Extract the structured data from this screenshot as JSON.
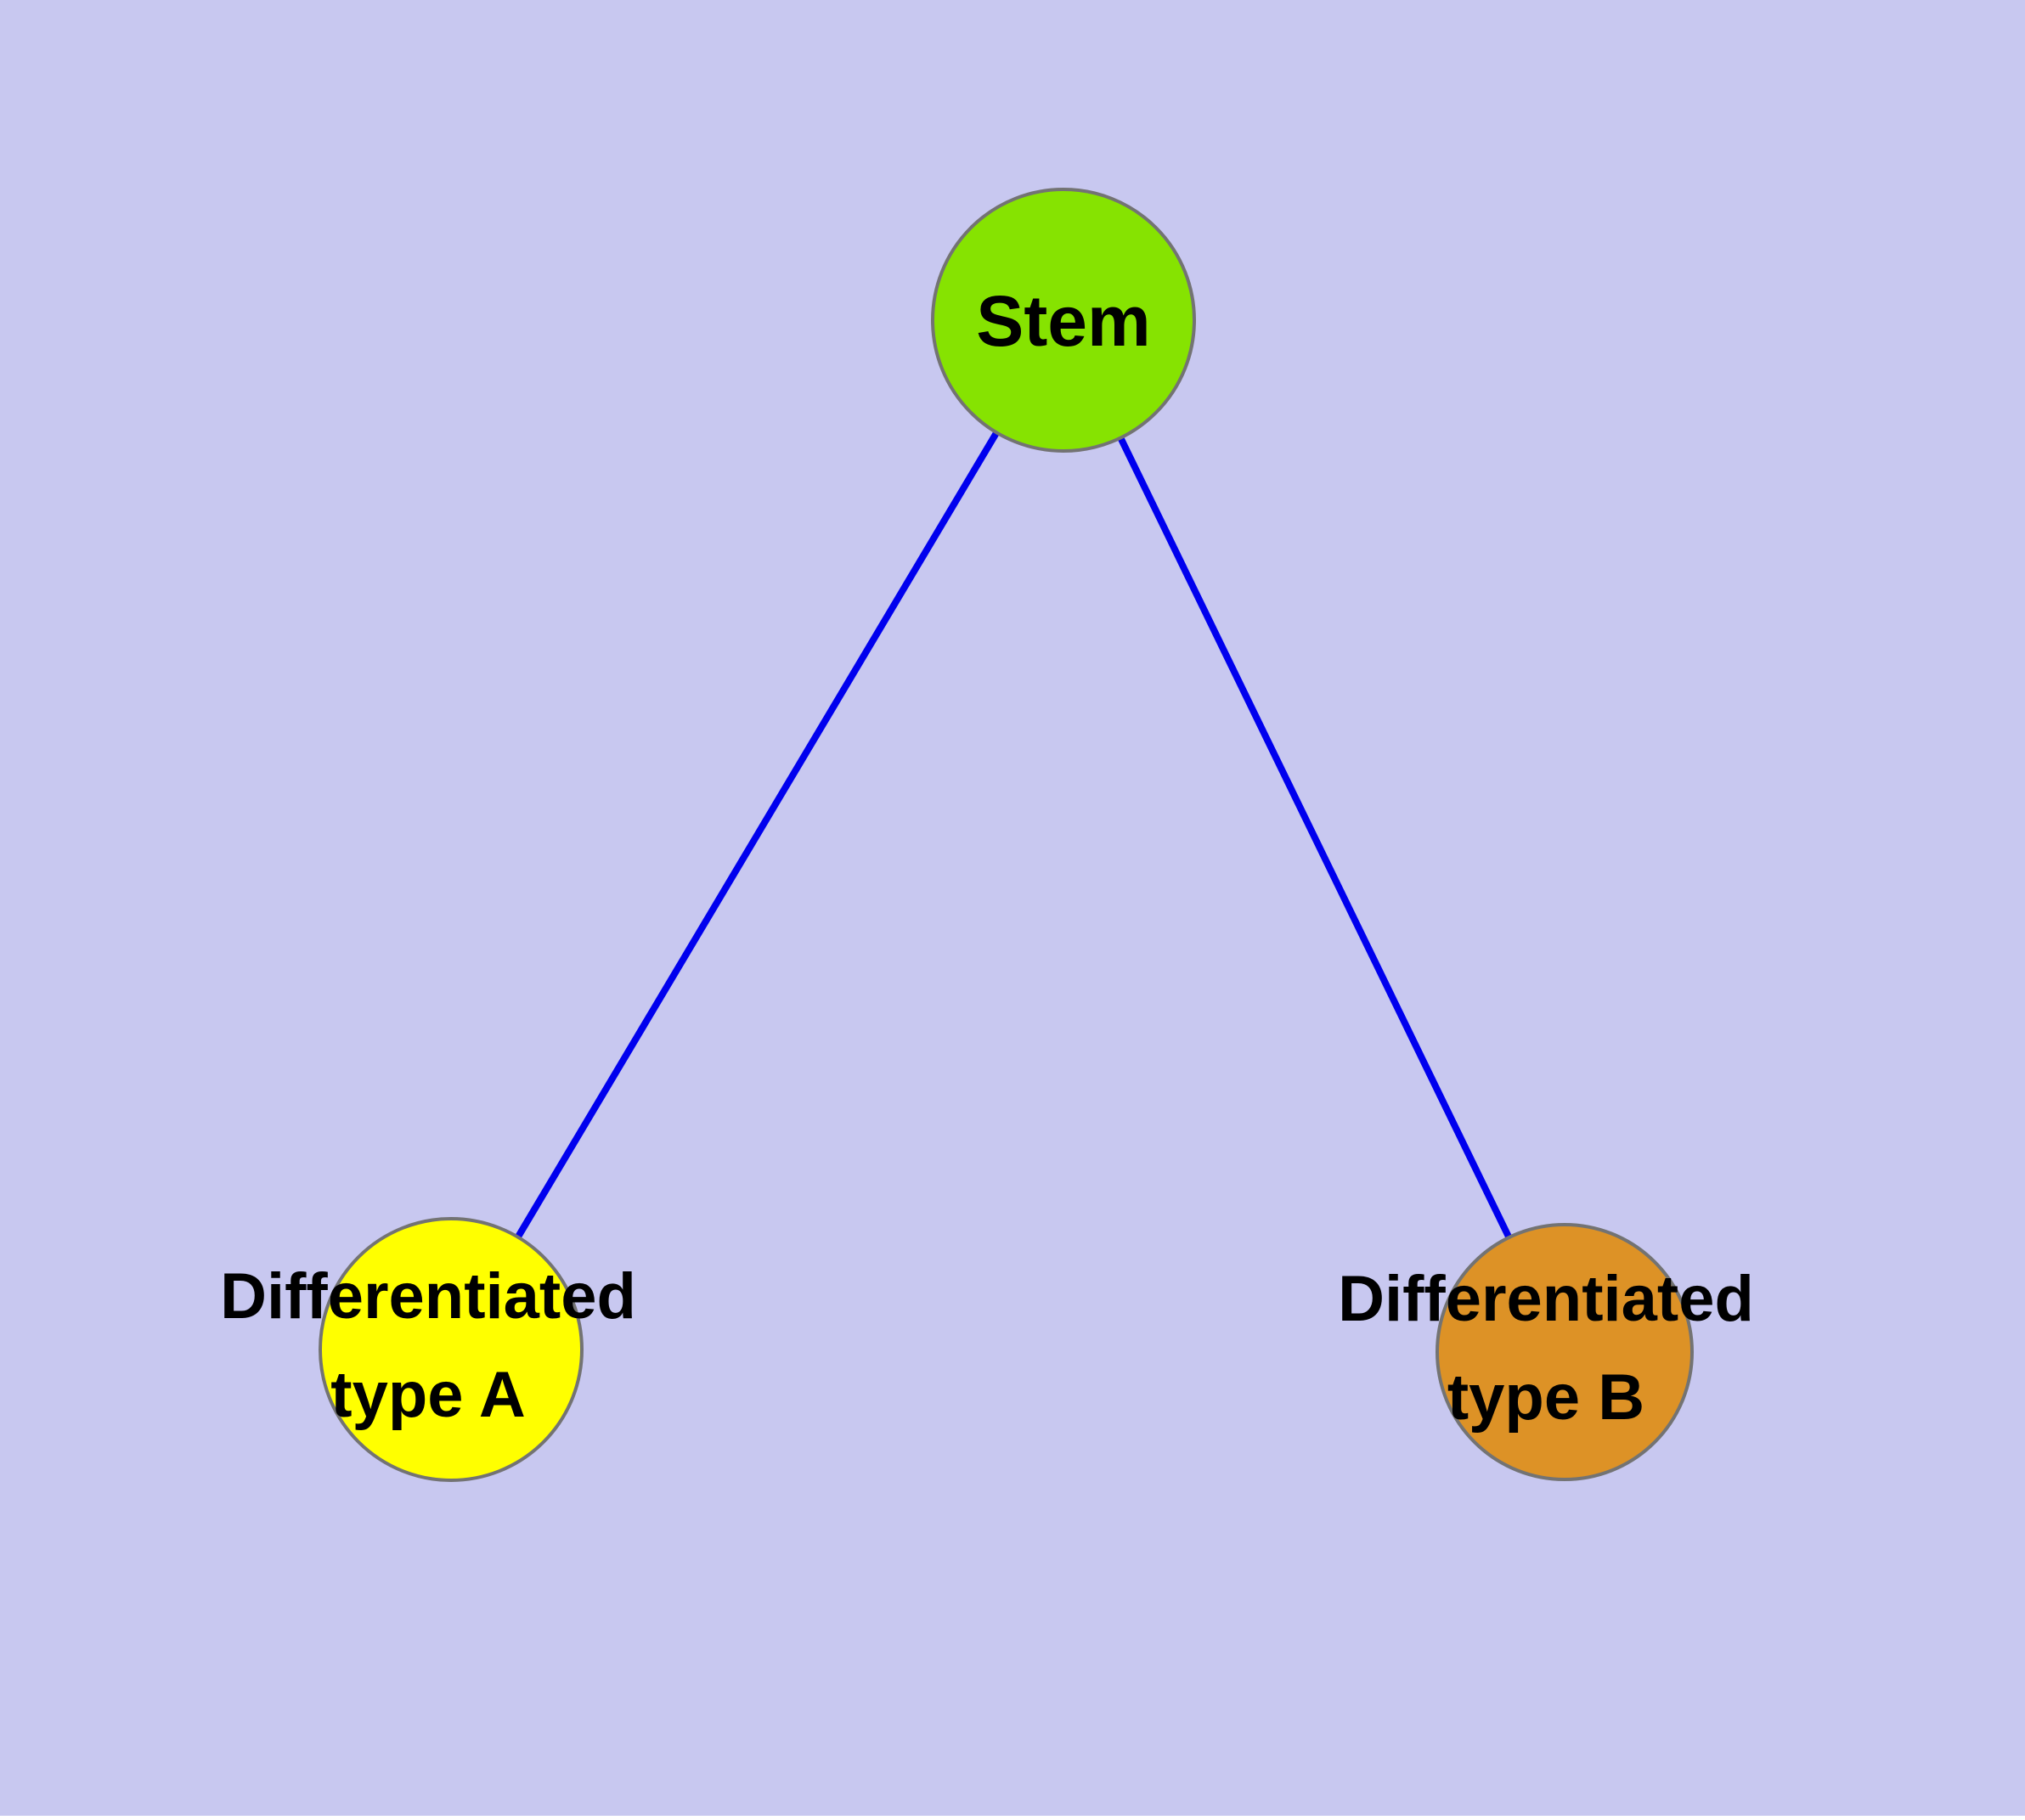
{
  "diagram": {
    "title": "",
    "background_color": "#c8c8f0",
    "edge_color": "#0000ee",
    "node_border_color": "#737373",
    "label_color": "#000000",
    "nodes": [
      {
        "id": "stem",
        "label": "Stem",
        "color": "#86e301"
      },
      {
        "id": "differentiated-type-a",
        "label_line1": "Differentiated",
        "label_line2": "type A",
        "color": "#ffff00"
      },
      {
        "id": "differentiated-type-b",
        "label_line1": "Differentiated",
        "label_line2": "type B",
        "color": "#dd9226"
      }
    ],
    "edges": [
      {
        "from": "Stem",
        "to": "Differentiated type A"
      },
      {
        "from": "Stem",
        "to": "Differentiated type B"
      }
    ]
  }
}
